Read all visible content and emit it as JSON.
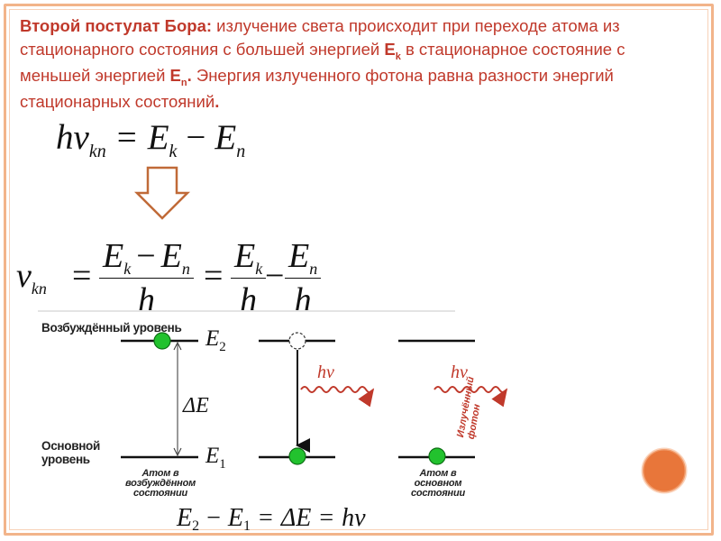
{
  "intro": {
    "bold_title": "Второй постулат Бора",
    "colon": ":",
    "text_1": " излучение света происходит при переходе атома из стационарного состояния с большей энергией ",
    "ek_main": "E",
    "ek_sub": "k",
    "text_2": " в стационарное состояние с меньшей энергией ",
    "en_main": "E",
    "en_sub": "n",
    "period": ".",
    "text_3": " Энергия излученного фотона равна разности энергий стационарных состояний",
    "end_period": "."
  },
  "formula1": {
    "h": "h",
    "nu": "ν",
    "sub_kn": "kn",
    "eq": "=",
    "Ek": "E",
    "k": "k",
    "minus": "−",
    "En": "E",
    "n": "n"
  },
  "formula2": {
    "nu": "ν",
    "sub_kn": "kn",
    "eq": "=",
    "num1_a": "E",
    "num1_k": "k",
    "num1_minus": "−",
    "num1_b": "E",
    "num1_n": "n",
    "h": "h",
    "eq2": "=",
    "num2": "E",
    "num2_k": "k",
    "minus": "−",
    "num3": "E",
    "num3_n": "n"
  },
  "diagram": {
    "excited_label": "Возбуждённый уровень",
    "ground_label": "Основной уровень",
    "E2": "E",
    "E2_sub": "2",
    "E1": "E",
    "E1_sub": "1",
    "delta": "ΔE",
    "hv1": "hν",
    "hv2": "hν",
    "photon": "Излучённый фотон",
    "caption_excited": "Атом в возбуждённом состоянии",
    "caption_ground": "Атом в основном состоянии",
    "colors": {
      "electron": "#22c22e",
      "wave": "#c0392b",
      "arrow": "#e8763a"
    }
  },
  "formula3": {
    "E2": "E",
    "E2_sub": "2",
    "minus": "−",
    "E1": "E",
    "E1_sub": "1",
    "eq": "=",
    "dE": "ΔE",
    "eq2": "=",
    "hv": "hν"
  }
}
